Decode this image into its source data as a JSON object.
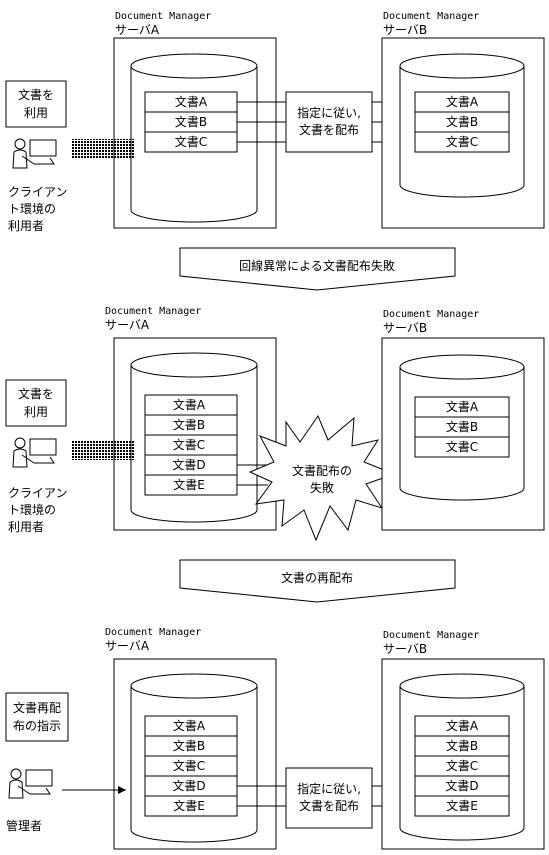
{
  "product_name": "Document Manager",
  "server_a": "サーバA",
  "server_b": "サーバB",
  "docs": [
    "文書A",
    "文書B",
    "文書C",
    "文書D",
    "文書E"
  ],
  "client_action": [
    "文書を",
    "利用"
  ],
  "client_user": [
    "クライアン",
    "ト環境の",
    "利用者"
  ],
  "distribute_box": [
    "指定に従い,",
    "文書を配布"
  ],
  "fail_burst": [
    "文書配布の",
    "失敗"
  ],
  "transition_1": "回線異常による文書配布失敗",
  "transition_2": "文書の再配布",
  "admin_action": [
    "文書再配",
    "布の指示"
  ],
  "admin_user": "管理者"
}
